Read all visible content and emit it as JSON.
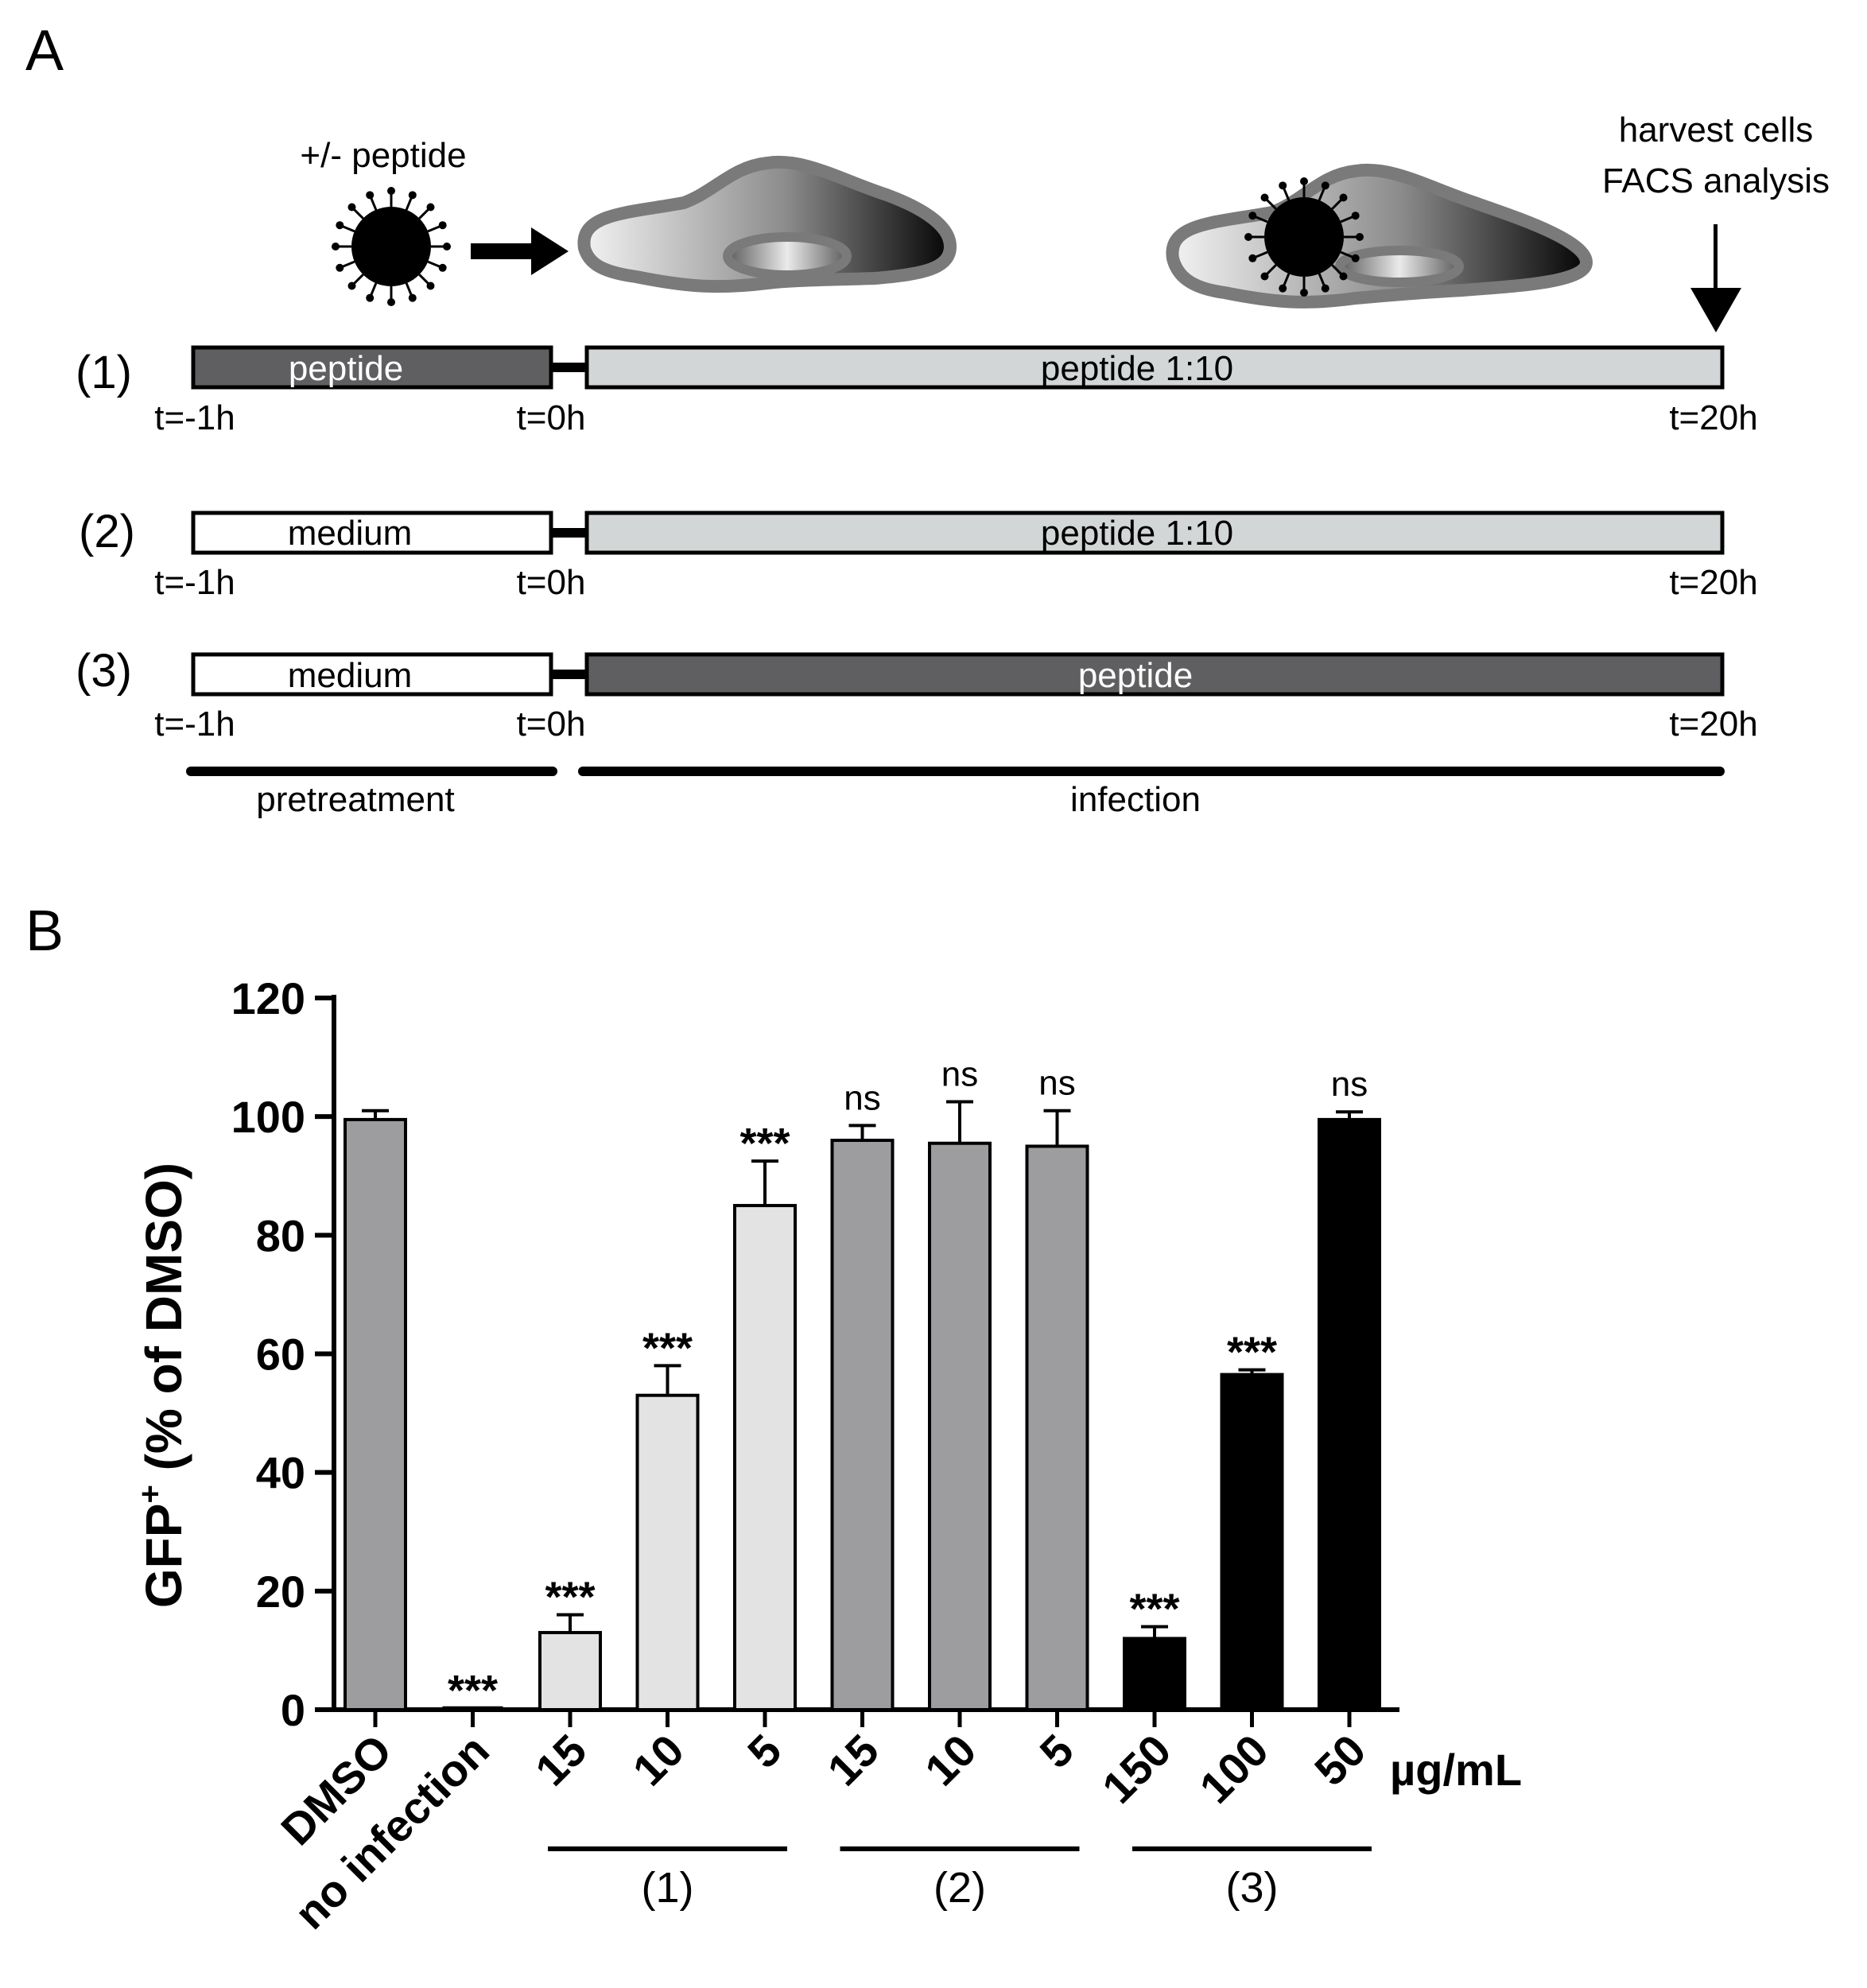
{
  "panel_a": {
    "letter": "A",
    "peptide_label": "+/- peptide",
    "harvest_line1": "harvest cells",
    "harvest_line2": "FACS analysis",
    "rows": [
      {
        "label": "(1)",
        "pre_text": "peptide",
        "inf_text": "peptide 1:10"
      },
      {
        "label": "(2)",
        "pre_text": "medium",
        "inf_text": "peptide 1:10"
      },
      {
        "label": "(3)",
        "pre_text": "medium",
        "inf_text": "peptide"
      }
    ],
    "time_start": "t=-1h",
    "time_mid": "t=0h",
    "time_end": "t=20h",
    "phase_pre": "pretreatment",
    "phase_inf": "infection",
    "colors": {
      "dark": "#5f5f61",
      "light": "#d3d6d6",
      "white": "#ffffff",
      "outline": "#000000",
      "cell": "#7a7a7a"
    }
  },
  "chart_data": {
    "panel_letter": "B",
    "type": "bar",
    "title": "",
    "ylabel": "GFP+ (% of DMSO)",
    "ylabel_main": "GFP",
    "ylabel_sup": "+",
    "ylabel_rest": " (% of DMSO)",
    "ylim": [
      0,
      120
    ],
    "yticks": [
      0,
      20,
      40,
      60,
      80,
      100,
      120
    ],
    "unit_label": "µg/mL",
    "categories": [
      "DMSO",
      "no infection",
      "15",
      "10",
      "5",
      "15",
      "10",
      "5",
      "150",
      "100",
      "50"
    ],
    "values": [
      99.5,
      0.3,
      13,
      53,
      85,
      96,
      95.5,
      95,
      12,
      56.5,
      99.5
    ],
    "errors": [
      1.5,
      0,
      3,
      5,
      7.5,
      2.5,
      7,
      6,
      2,
      0.8,
      1.3
    ],
    "significance": [
      "",
      "***",
      "***",
      "***",
      "***",
      "ns",
      "ns",
      "ns",
      "***",
      "***",
      "ns"
    ],
    "bar_colors": [
      "#9d9d9f",
      "#9d9d9f",
      "#e3e3e3",
      "#e3e3e3",
      "#e3e3e3",
      "#9d9d9f",
      "#9d9d9f",
      "#9d9d9f",
      "#000000",
      "#000000",
      "#000000"
    ],
    "groups": [
      {
        "label": "(1)",
        "from": 2,
        "to": 4
      },
      {
        "label": "(2)",
        "from": 5,
        "to": 7
      },
      {
        "label": "(3)",
        "from": 8,
        "to": 10
      }
    ],
    "grid": false,
    "legend": "none"
  }
}
